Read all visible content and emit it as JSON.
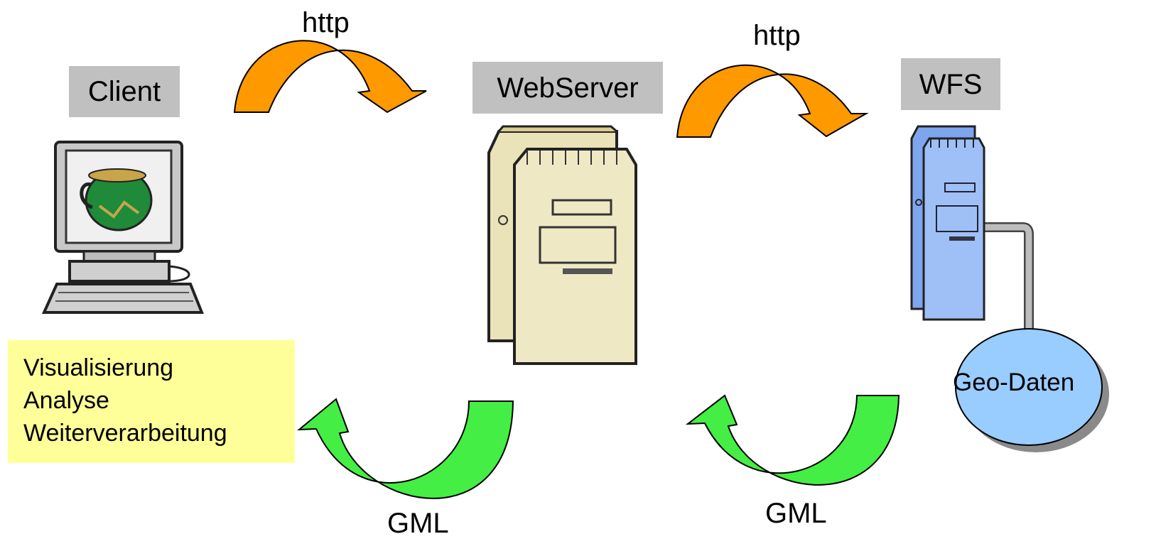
{
  "nodes": {
    "client": "Client",
    "webserver": "WebServer",
    "wfs": "WFS",
    "geo_daten": "Geo-Daten"
  },
  "requests": {
    "client_to_webserver": "http",
    "webserver_to_wfs": "http"
  },
  "responses": {
    "webserver_to_client": "GML",
    "wfs_to_webserver": "GML"
  },
  "client_functions": [
    "Visualisierung",
    "Analyse",
    "Weiterverarbeitung"
  ],
  "colors": {
    "request_arrow": "#ff9900",
    "response_arrow": "#33ee33",
    "node_label_bg": "#c0c0c0",
    "note_bg": "#ffff99",
    "database": "#99ccff"
  }
}
